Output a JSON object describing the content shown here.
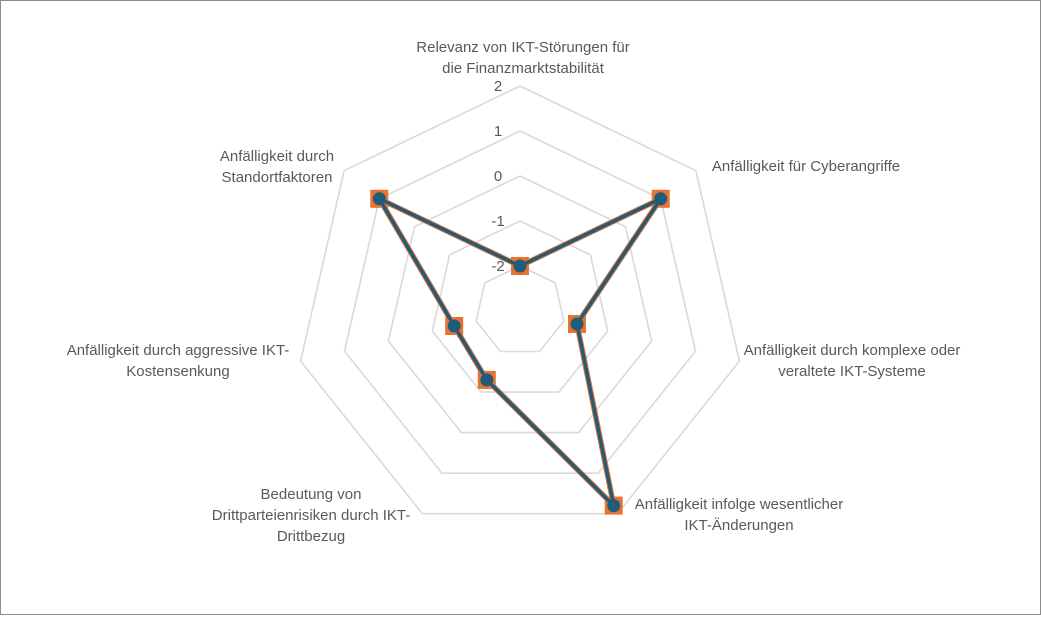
{
  "chart_data": {
    "type": "radar",
    "axes": [
      {
        "label_lines": [
          "Relevanz von IKT-Störungen für",
          "die Finanzmarktstabilität"
        ]
      },
      {
        "label_lines": [
          "Anfälligkeit für Cyberangriffe"
        ]
      },
      {
        "label_lines": [
          "Anfälligkeit durch komplexe oder",
          "veraltete IKT-Systeme"
        ]
      },
      {
        "label_lines": [
          "Anfälligkeit infolge wesentlicher",
          "IKT-Änderungen"
        ]
      },
      {
        "label_lines": [
          "Bedeutung von",
          "Drittparteienrisiken durch IKT-",
          "Drittbezug"
        ]
      },
      {
        "label_lines": [
          "Anfälligkeit durch aggressive IKT-",
          "Kostensenkung"
        ]
      },
      {
        "label_lines": [
          "Anfälligkeit durch",
          "Standortfaktoren"
        ]
      }
    ],
    "scale": {
      "min": -3,
      "max": 2,
      "ticks": [
        -2,
        -1,
        0,
        1,
        2
      ]
    },
    "grid": true,
    "series": [
      {
        "values": [
          -2,
          1,
          -1.7,
          1.8,
          -1.3,
          -1.5,
          1
        ],
        "color": "#E97132",
        "marker": "square"
      },
      {
        "values": [
          -2,
          1,
          -1.7,
          1.8,
          -1.3,
          -1.5,
          1
        ],
        "color": "#1F5C7A",
        "marker": "circle"
      }
    ],
    "colors": {
      "grid": "#d9d9d9",
      "text": "#595959"
    }
  }
}
